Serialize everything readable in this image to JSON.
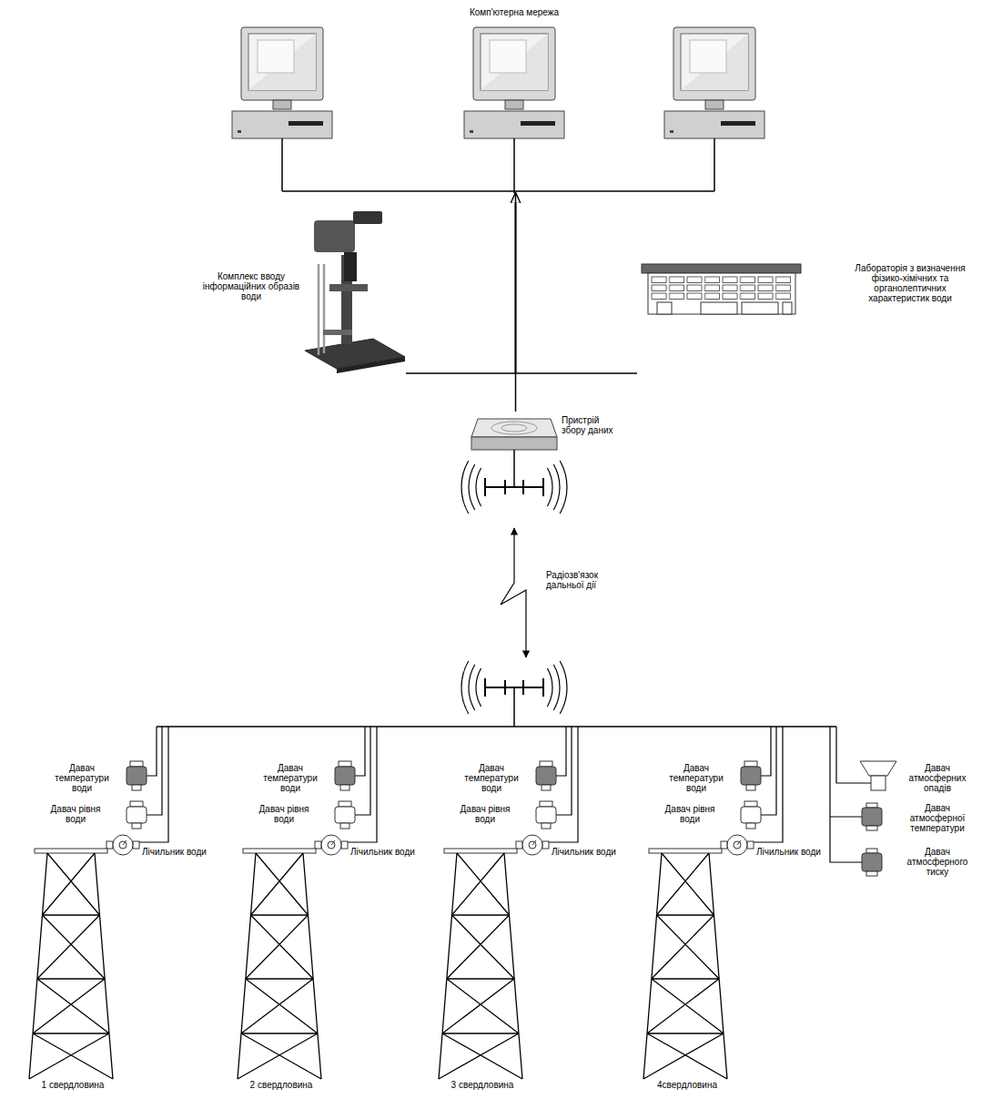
{
  "diagram": {
    "nodes": [
      {
        "text": [
          "Комп'ютерна мережа"
        ]
      },
      {
        "text": [
          "Комплекс вводу інформаційних образів води"
        ]
      },
      {
        "text": [
          "Лабораторія з визначення фізико-хімічних та органолептичних характеристик води"
        ]
      },
      {
        "text": [
          "Пристрій збору даних"
        ]
      },
      {
        "text": [
          "Давач температури води"
        ]
      },
      {
        "text": [
          "Давач рівня води"
        ]
      },
      {
        "text": [
          "Лічильник води"
        ]
      },
      {
        "text": [
          "1 свердловина"
        ]
      },
      {
        "text": [
          "Давач температури води"
        ]
      },
      {
        "text": [
          "Давач рівня води"
        ]
      },
      {
        "text": [
          "Лічильник води"
        ]
      },
      {
        "text": [
          "2 свердловина"
        ]
      },
      {
        "text": [
          "Давач температури води"
        ]
      },
      {
        "text": [
          "Давач рівня води"
        ]
      },
      {
        "text": [
          "Лічильник води"
        ]
      },
      {
        "text": [
          "3 свердловина"
        ]
      },
      {
        "text": [
          "Давач температури води"
        ]
      },
      {
        "text": [
          "Давач рівня води"
        ]
      },
      {
        "text": [
          "Лічильник води"
        ]
      },
      {
        "text": [
          "4свердловина"
        ]
      },
      {
        "text": [
          "Давач атмосферних опадів"
        ]
      },
      {
        "text": [
          "Давач атмосферної температури"
        ]
      },
      {
        "text": [
          "Давач атмосферного тиску"
        ]
      }
    ],
    "edges": [
      {
        "from": 1,
        "to": 0,
        "arrow": "to"
      },
      {
        "from": 2,
        "to": 0,
        "arrow": "to"
      },
      {
        "from": 3,
        "to": 0,
        "arrow": "none"
      }
    ],
    "labels": [
      "Радіозв'язок дальньої дії"
    ]
  }
}
